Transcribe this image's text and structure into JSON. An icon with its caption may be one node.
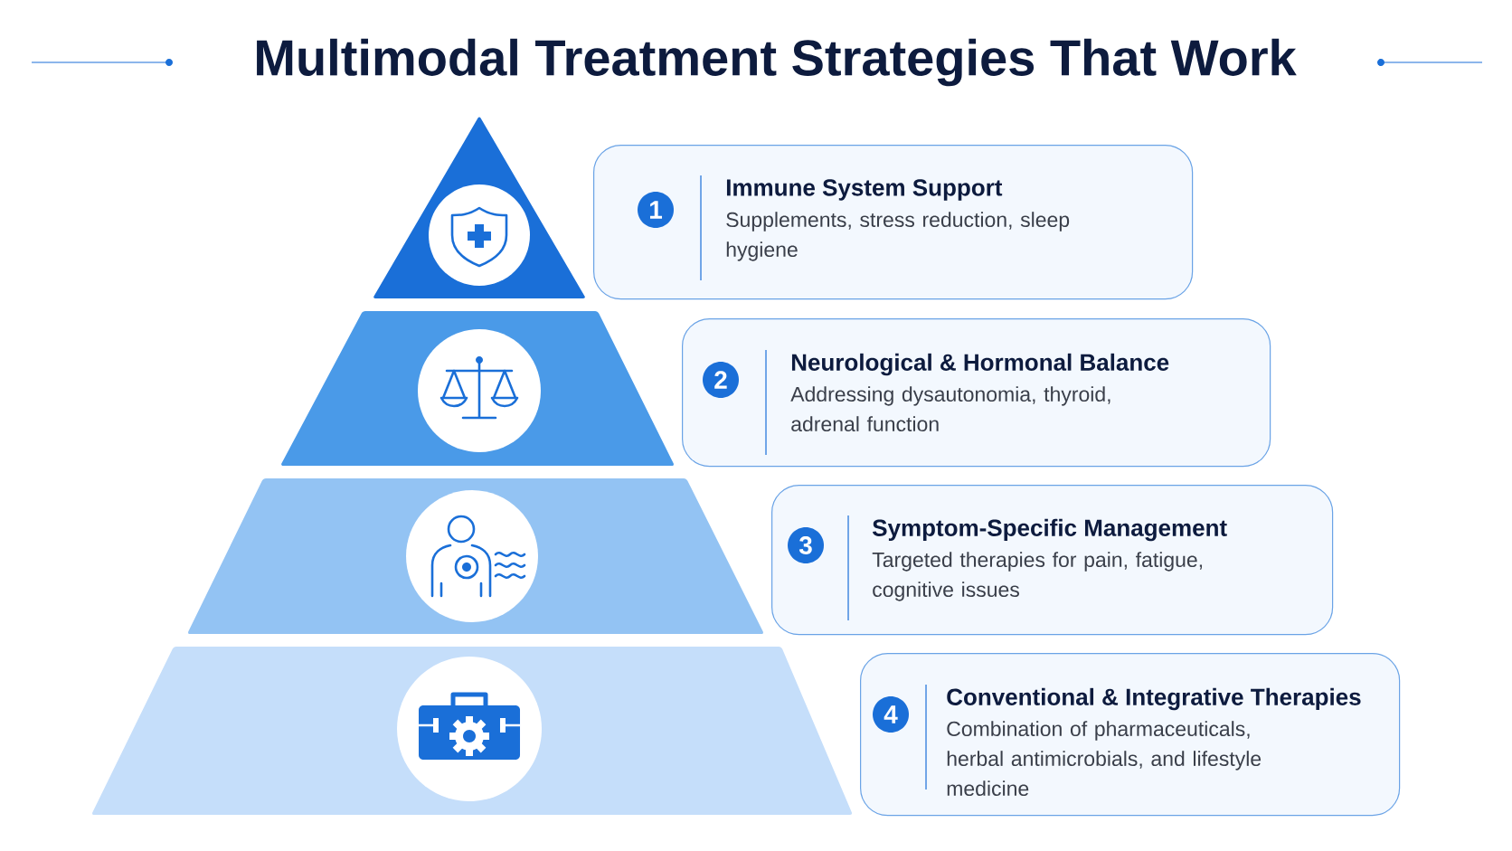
{
  "diagram": {
    "title": "Multimodal Treatment Strategies That Work",
    "nodes": [
      {
        "text": [
          "1",
          "Immune System Support",
          "Supplements, stress reduction, sleep hygiene"
        ]
      },
      {
        "text": [
          "2",
          "Neurological & Hormonal Balance",
          "Addressing dysautonomia, thyroid, adrenal function"
        ]
      },
      {
        "text": [
          "3",
          "Symptom-Specific Management",
          "Targeted therapies for pain, fatigue, cognitive issues"
        ]
      },
      {
        "text": [
          "4",
          "Conventional & Integrative Therapies",
          "Combination of pharmaceuticals, herbal antimicrobials, and lifestyle medicine"
        ]
      }
    ]
  }
}
